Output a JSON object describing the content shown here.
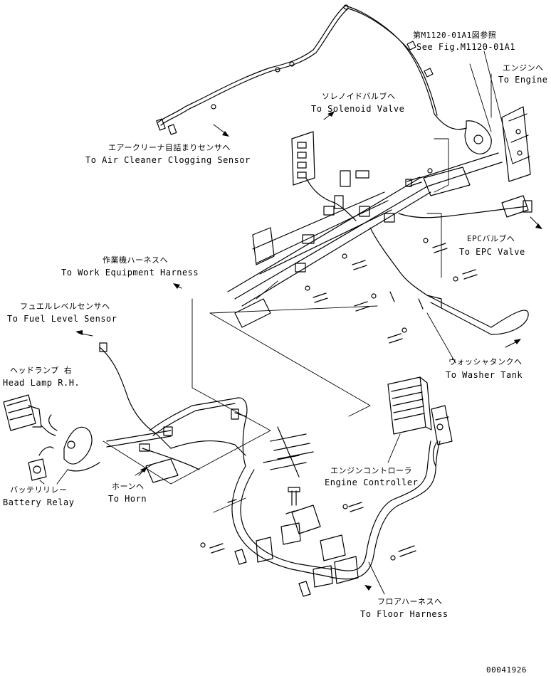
{
  "diagram": {
    "labels": {
      "ref_jp": "第M1120-01A1図参照",
      "ref_en": "See Fig.M1120-01A1",
      "engine_jp": "エンジンへ",
      "engine_en": "To Engine",
      "solenoid_jp": "ソレノイドバルブへ",
      "solenoid_en": "To Solenoid Valve",
      "aircleaner_jp": "エアークリーナ目詰まりセンサへ",
      "aircleaner_en": "To Air Cleaner Clogging Sensor",
      "epc_jp": "EPCバルブへ",
      "epc_en": "To EPC Valve",
      "workequip_jp": "作業機ハーネスへ",
      "workequip_en": "To Work Equipment Harness",
      "fuel_jp": "フュエルレベルセンサへ",
      "fuel_en": "To Fuel Level Sensor",
      "headlamp_jp": "ヘッドランプ 右",
      "headlamp_en": "Head Lamp R.H.",
      "washer_jp": "ウォッシャタンクへ",
      "washer_en": "To Washer Tank",
      "controller_jp": "エンジンコントローラ",
      "controller_en": "Engine Controller",
      "battery_jp": "バッテリリレー",
      "battery_en": "Battery Relay",
      "horn_jp": "ホーンへ",
      "horn_en": "To Horn",
      "floor_jp": "フロアハーネスへ",
      "floor_en": "To Floor Harness",
      "drawing_number": "00041926"
    }
  }
}
